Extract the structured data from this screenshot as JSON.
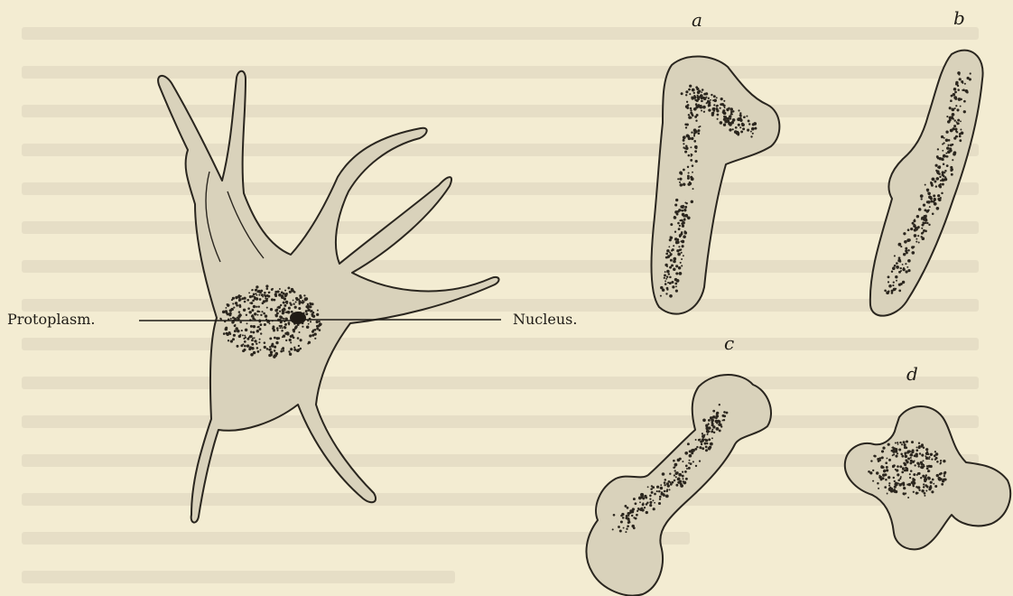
{
  "figure": {
    "label_left": "Protoplasm.",
    "label_right": "Nucleus.",
    "panel_a": "a",
    "panel_b": "b",
    "panel_c": "c",
    "panel_d": "d"
  },
  "colors": {
    "paper": "#f3ecd2",
    "cell_fill": "#d9d2bb",
    "cell_outline": "#2a261f",
    "granules": "#2b261e",
    "ink": "#1e1b16"
  }
}
